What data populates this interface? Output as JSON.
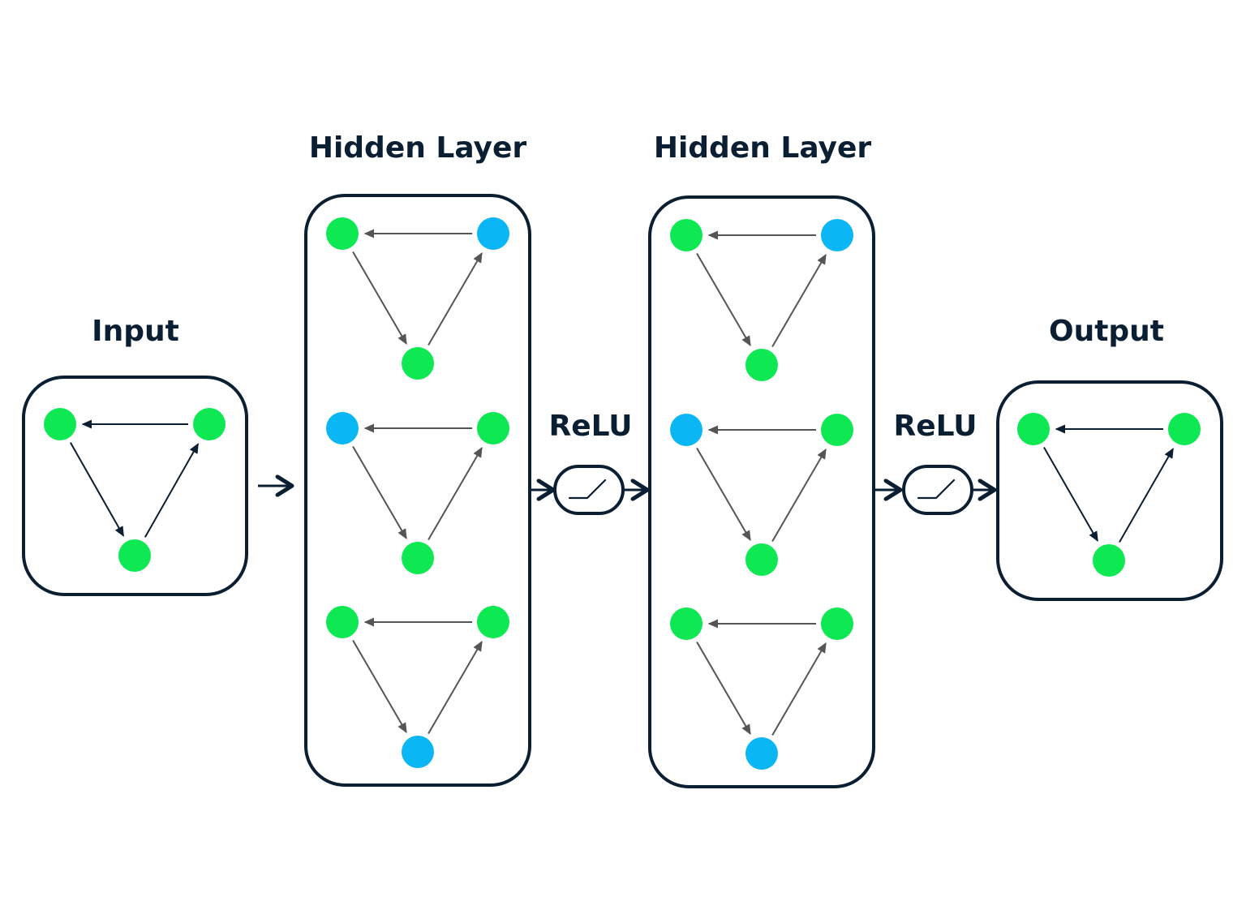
{
  "labels": {
    "input": "Input",
    "hidden_1": "Hidden Layer",
    "hidden_2": "Hidden Layer",
    "output": "Output",
    "relu_1": "ReLU",
    "relu_2": "ReLU"
  },
  "colors": {
    "node_green": "#0de853",
    "node_blue": "#0bb6f5",
    "ink": "#0b1f33",
    "edge_gray": "#555555"
  },
  "panels": {
    "input": [
      [
        "green",
        "green",
        "green"
      ]
    ],
    "hidden_1": [
      [
        "green",
        "blue",
        "green"
      ],
      [
        "blue",
        "green",
        "green"
      ],
      [
        "green",
        "green",
        "blue"
      ]
    ],
    "hidden_2": [
      [
        "green",
        "blue",
        "green"
      ],
      [
        "blue",
        "green",
        "green"
      ],
      [
        "green",
        "green",
        "blue"
      ]
    ],
    "output": [
      [
        "green",
        "green",
        "green"
      ]
    ]
  }
}
